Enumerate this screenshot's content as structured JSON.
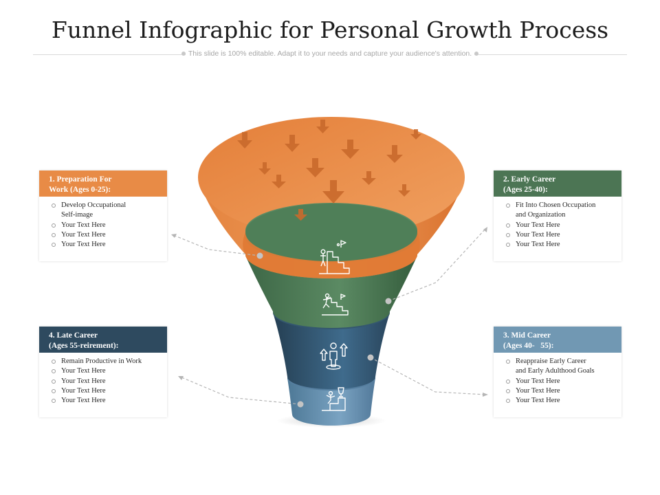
{
  "header": {
    "title": "Funnel Infographic for Personal Growth Process",
    "subtitle": "This slide is 100% editable. Adapt it to your needs and capture your audience's attention."
  },
  "colors": {
    "orange": "#e88b46",
    "green": "#4c7554",
    "navy": "#2e4a5f",
    "steel": "#7198b3"
  },
  "stages": [
    {
      "heading": "1. Preparation For\nWork (Ages 0-25):",
      "items": [
        "Develop Occupational\nSelf-image",
        "Your Text Here",
        "Your Text Here",
        "Your Text Here"
      ],
      "icon": "career-stairs-icon"
    },
    {
      "heading": "2. Early Career\n(Ages 25-40):",
      "items": [
        "Fit Into Chosen Occupation\nand Organization",
        "Your Text Here",
        "Your Text Here",
        "Your Text Here"
      ],
      "icon": "climbing-stairs-icon"
    },
    {
      "heading": "3. Mid Career\n(Ages 40-   55):",
      "items": [
        "Reappraise Early Career\nand Early Adulthood Goals",
        "Your Text Here",
        "Your Text Here",
        "Your Text Here"
      ],
      "icon": "person-growth-arrows-icon"
    },
    {
      "heading": "4. Late Career\n(Ages 55-reirement):",
      "items": [
        "Remain Productive in Work",
        "Your Text Here",
        "Your Text Here",
        "Your Text Here",
        "Your Text Here"
      ],
      "icon": "trophy-podium-icon"
    }
  ]
}
